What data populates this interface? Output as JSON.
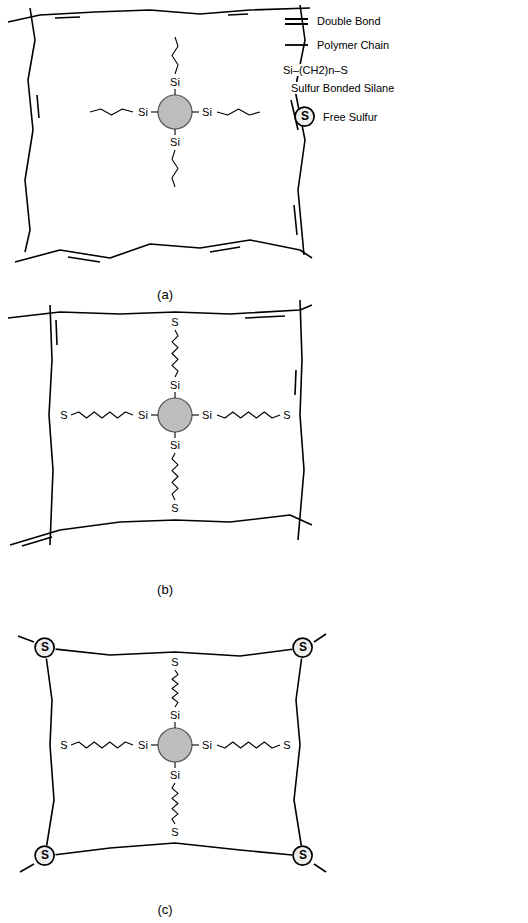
{
  "diagram": {
    "nodes": [
      {
        "text": [
          "S"
        ]
      },
      {
        "text": [
          "S"
        ]
      },
      {
        "text": [
          "S"
        ]
      },
      {
        "text": [
          "S"
        ]
      },
      {
        "text": [
          "S"
        ]
      }
    ],
    "edges": [
      {
        "from": 1,
        "to": 2,
        "arrow": "none"
      },
      {
        "from": 2,
        "to": 4,
        "arrow": "none"
      },
      {
        "from": 3,
        "to": 4,
        "arrow": "none"
      },
      {
        "from": 1,
        "to": 3,
        "arrow": "none"
      }
    ],
    "labels": [
      "Si",
      "Si",
      "Si",
      "Si",
      "Si",
      "Si",
      "Si",
      "Si",
      "S",
      "S",
      "S",
      "S",
      "Si",
      "Si",
      "Si",
      "Si",
      "S",
      "S",
      "S",
      "S",
      "(a)",
      "(b)",
      "(c)",
      "Si–(CH2)n–S"
    ],
    "legend": [
      {
        "text": "Double Bond"
      },
      {
        "text": "Polymer Chain"
      },
      {
        "text": "Sulfur Bonded Silane"
      },
      {
        "text": "Free Sulfur"
      }
    ]
  }
}
